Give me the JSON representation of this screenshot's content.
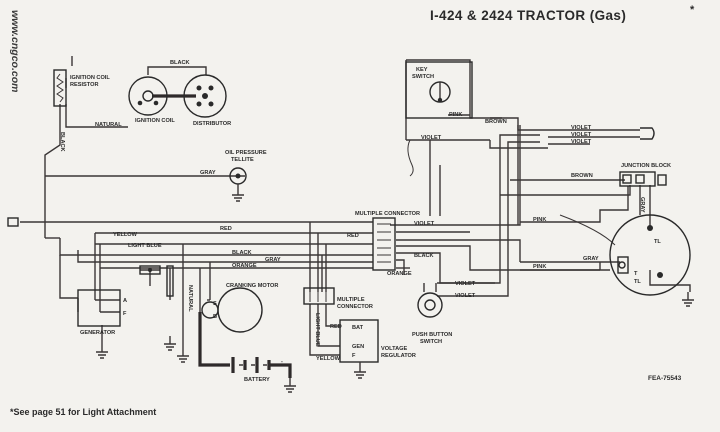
{
  "title": "I-424 & 2424 TRACTOR (Gas)",
  "title_mark": "*",
  "watermark": "www.cngco.com",
  "footnote": "*See page 51 for Light Attachment",
  "figure_number": "FEA-75543",
  "components": {
    "ignition_coil_resistor": [
      "IGNITION COIL",
      "RESISTOR"
    ],
    "ignition_coil": "IGNITION COIL",
    "distributor": "DISTRIBUTOR",
    "oil_pressure_telltale": [
      "OIL PRESSURE",
      "TELLITE"
    ],
    "key_switch": [
      "KEY",
      "SWITCH"
    ],
    "junction_block": "JUNCTION BLOCK",
    "multiple_connector_top": "MULTIPLE CONNECTOR",
    "multiple_connector_bottom": [
      "MULTIPLE",
      "CONNECTOR"
    ],
    "cranking_motor": "CRANKING MOTOR",
    "generator": "GENERATOR",
    "battery": "BATTERY",
    "voltage_regulator": [
      "VOLTAGE",
      "REGULATOR"
    ],
    "push_button_switch": [
      "PUSH BUTTON",
      "SWITCH"
    ]
  },
  "wire_labels": {
    "black_1": "BLACK",
    "black_2": "BLACK",
    "black_3": "BLACK",
    "black_4": "BLACK",
    "natural_1": "NATURAL",
    "natural_2": "NATURAL",
    "gray_1": "GRAY",
    "gray_2": "GRAY",
    "gray_3": "GRAY",
    "gray_4": "GRAY",
    "pink_1": "PINK",
    "pink_2": "PINK",
    "pink_3": "PINK",
    "brown_1": "BROWN",
    "brown_2": "BROWN",
    "violet_1": "VIOLET",
    "violet_2": "VIOLET",
    "violet_3": "VIOLET",
    "violet_4": "VIOLET",
    "violet_5": "VIOLET",
    "violet_6": "VIOLET",
    "violet_7": "VIOLET",
    "yellow_1": "YELLOW",
    "yellow_2": "YELLOW",
    "light_blue_1": "LIGHT BLUE",
    "light_blue_2": "LIGHT BLUE",
    "red_1": "RED",
    "red_2": "RED",
    "red_3": "RED",
    "orange_1": "ORANGE",
    "orange_2": "ORANGE"
  },
  "terminals": {
    "bat": "BAT",
    "gen": "GEN",
    "f": "F",
    "a": "A",
    "gen_a": "A",
    "gen_f": "F",
    "motor_s": "S",
    "motor_b": "B",
    "tl": "TL",
    "t": "T",
    "tl_2": "TL",
    "plus": "+",
    "minus": "-"
  }
}
